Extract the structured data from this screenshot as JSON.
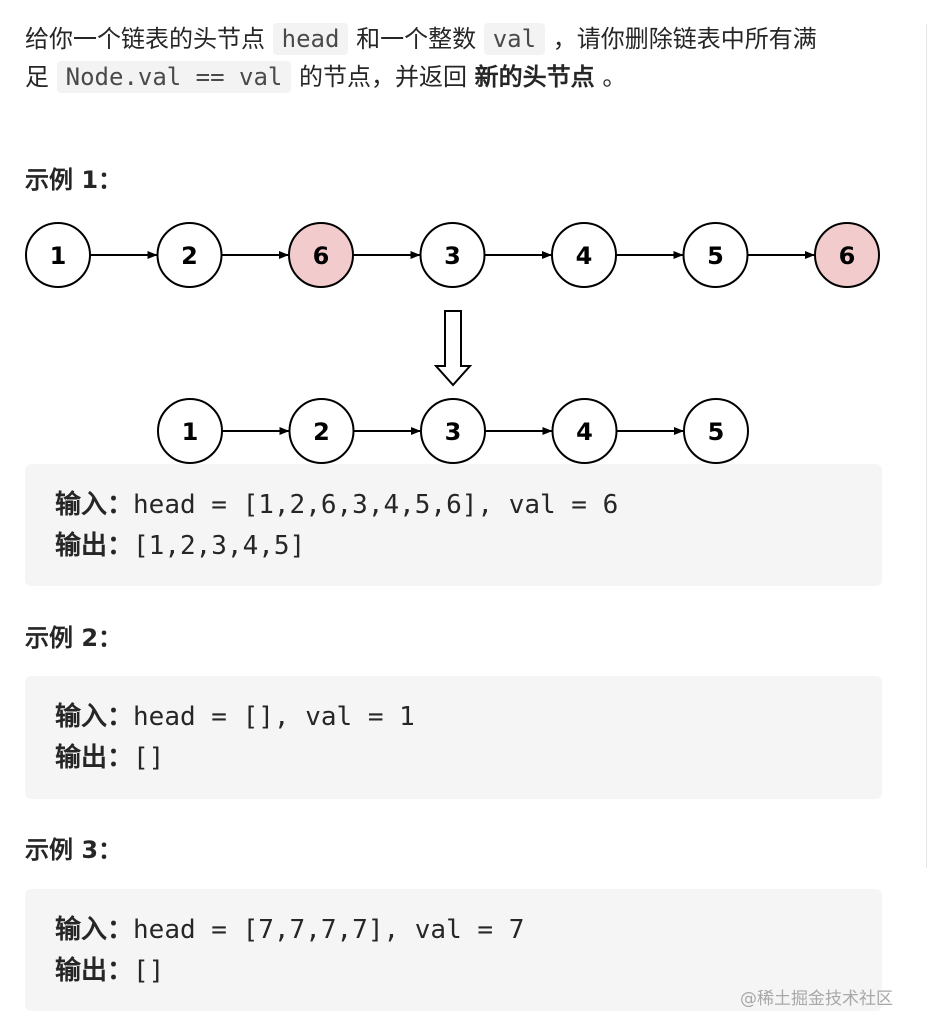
{
  "intro": {
    "t1": "给你一个链表的头节点",
    "c1": "head",
    "t2": "和一个整数",
    "c2": "val",
    "t3": "，请你删除链表中所有满",
    "t4": "足",
    "c3": "Node.val == val",
    "t5": "的节点，并返回",
    "strong": "新的头节点",
    "t6": "。"
  },
  "diagram": {
    "before": [
      "1",
      "2",
      "6",
      "3",
      "4",
      "5",
      "6"
    ],
    "removed": [
      false,
      false,
      true,
      false,
      false,
      false,
      true
    ],
    "after": [
      "1",
      "2",
      "3",
      "4",
      "5"
    ],
    "removed_fill": "#f2cccc"
  },
  "examples": [
    {
      "title": "示例 1：",
      "input_label": "输入：",
      "input": "head = [1,2,6,3,4,5,6], val = 6",
      "output_label": "输出：",
      "output": "[1,2,3,4,5]"
    },
    {
      "title": "示例 2：",
      "input_label": "输入：",
      "input": "head = [], val = 1",
      "output_label": "输出：",
      "output": "[]"
    },
    {
      "title": "示例 3：",
      "input_label": "输入：",
      "input": "head = [7,7,7,7], val = 7",
      "output_label": "输出：",
      "output": "[]"
    }
  ],
  "watermark": "@稀土掘金技术社区"
}
